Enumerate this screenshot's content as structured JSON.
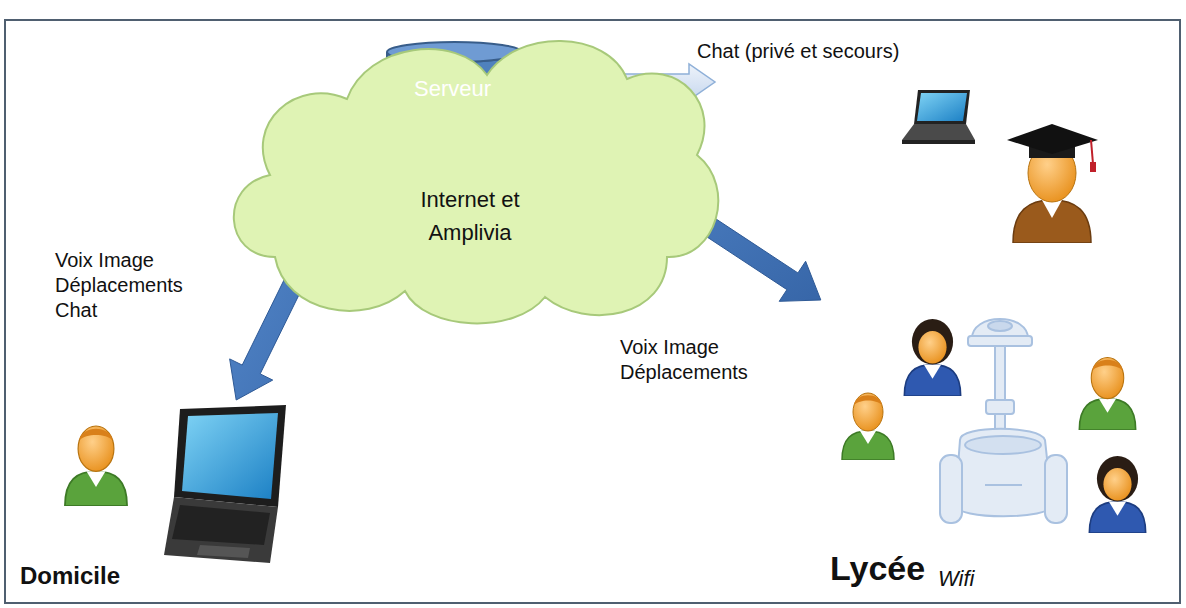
{
  "diagram": {
    "nodes": [
      {
        "text": [
          "Internet et Amplivia"
        ]
      },
      {
        "text": [
          "Serveur"
        ],
        "in": 0
      },
      {
        "text": [
          "Domicile"
        ]
      },
      {
        "text": [
          "Lycée",
          "Wifi"
        ]
      }
    ],
    "edges": [
      {
        "from": 2,
        "to": 1,
        "arrow": "both",
        "label": "Voix Image Déplacements Chat"
      },
      {
        "from": 1,
        "to": 3,
        "arrow": "both",
        "label": "Voix Image Déplacements"
      }
    ],
    "labels": [
      "Chat (privé et secours)"
    ]
  }
}
